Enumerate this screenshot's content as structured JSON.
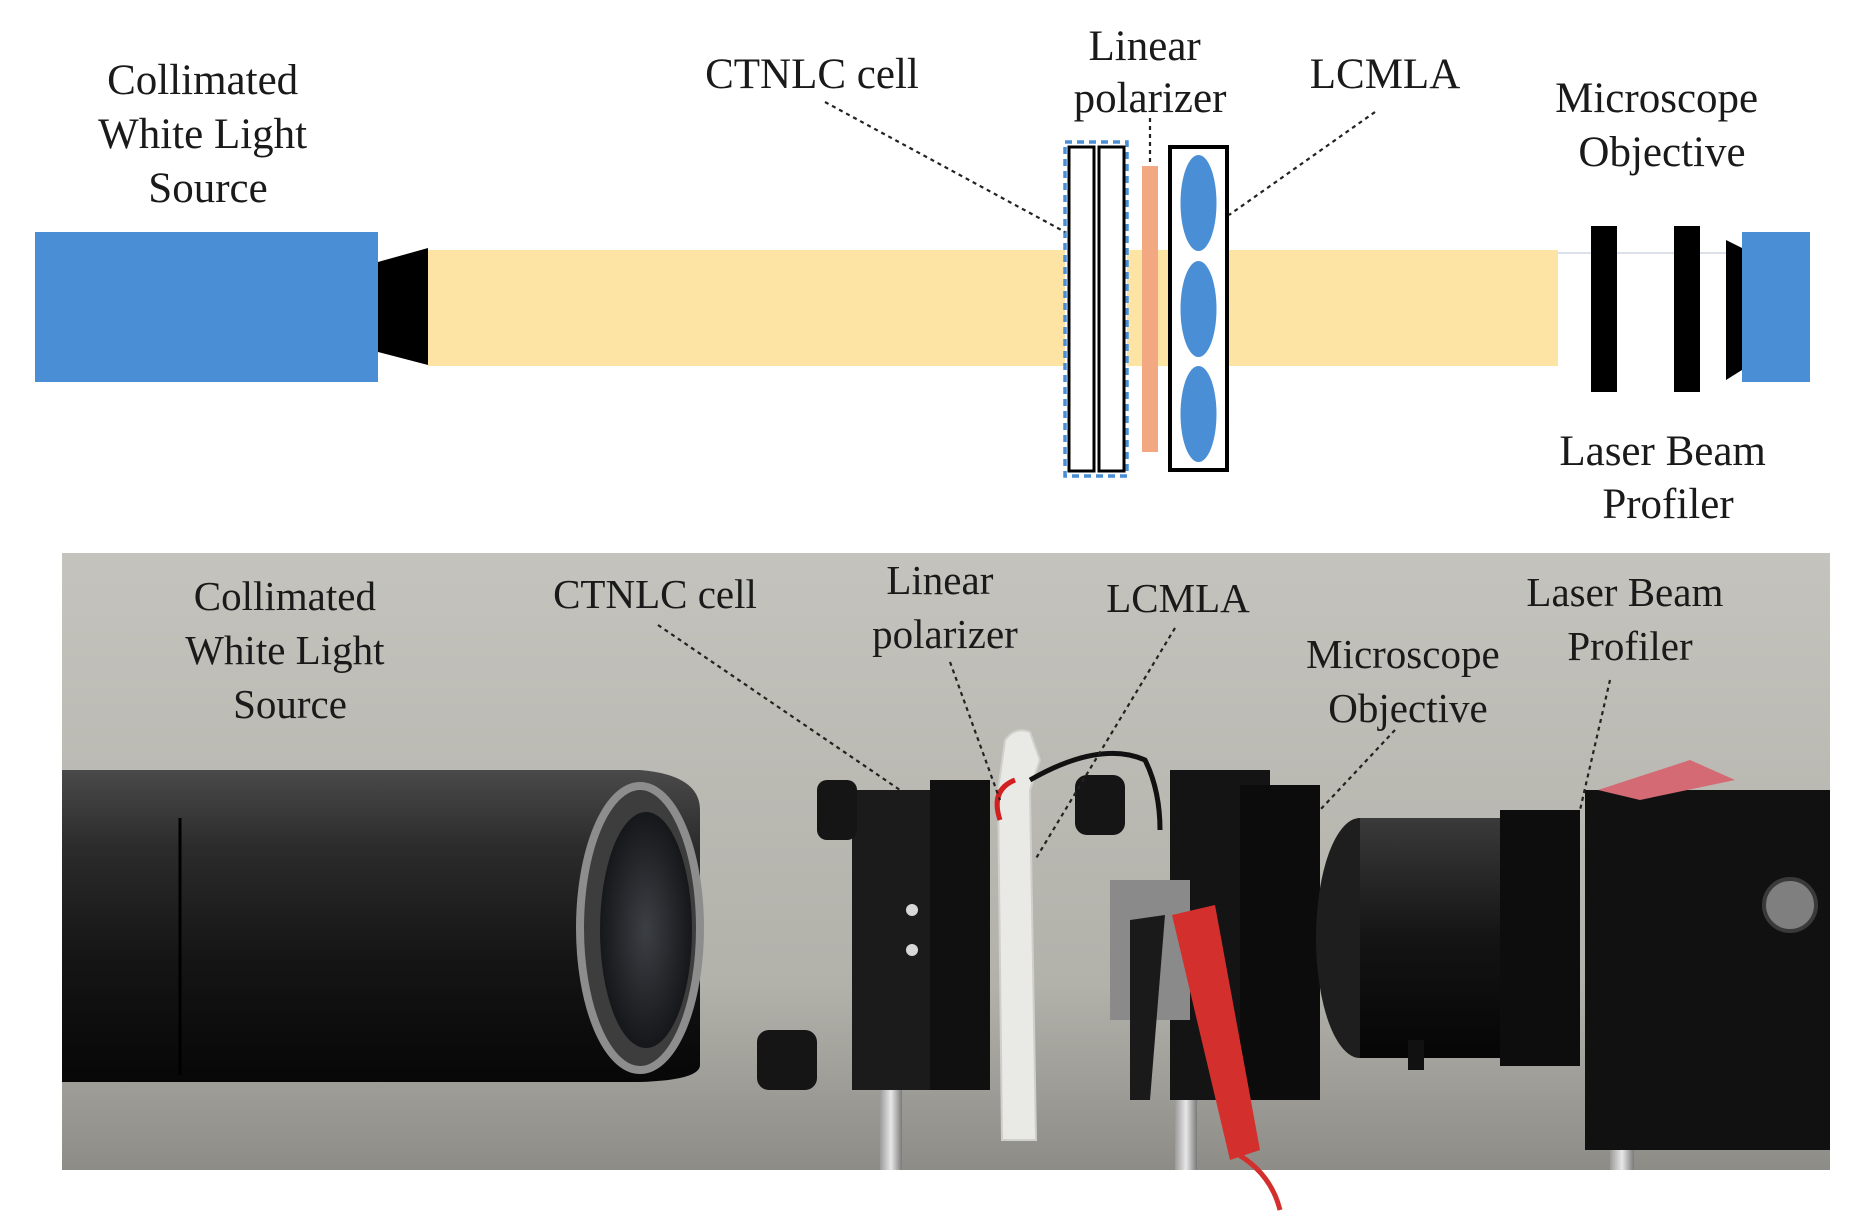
{
  "schematic": {
    "labels": {
      "source": [
        "Collimated",
        "White Light",
        "Source"
      ],
      "ctnlc": [
        "CTNLC cell"
      ],
      "polarizer": [
        "Linear",
        "polarizer"
      ],
      "lcmla": [
        "LCMLA"
      ],
      "objective": [
        "Microscope",
        "Objective"
      ],
      "profiler": [
        "Laser Beam",
        "Profiler"
      ]
    }
  },
  "photo": {
    "labels": {
      "source": [
        "Collimated",
        "White Light",
        "Source"
      ],
      "ctnlc": [
        "CTNLC cell"
      ],
      "polarizer": [
        "Linear",
        "polarizer"
      ],
      "lcmla": [
        "LCMLA"
      ],
      "objective": [
        "Microscope",
        "Objective"
      ],
      "profiler": [
        "Laser Beam",
        "Profiler"
      ]
    }
  },
  "colors": {
    "source_blue": "#4a8fd6",
    "beam_yellow": "#fde4a4",
    "polarizer_orange": "#f2a982",
    "lens_blue": "#4a8fd6",
    "dashed_blue": "#4a8fd6",
    "element_black": "#000000",
    "photo_wall": "#bcbbb4",
    "photo_table": "#7e7e79"
  }
}
